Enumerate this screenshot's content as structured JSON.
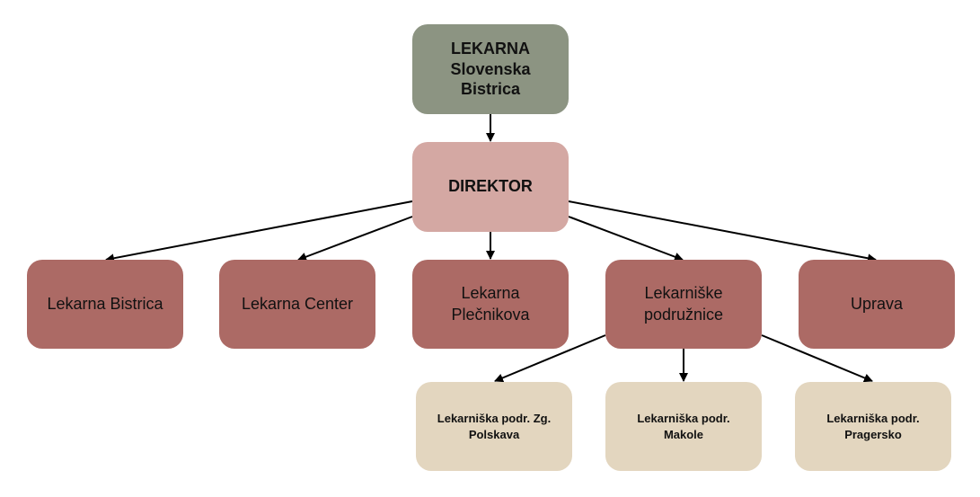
{
  "diagram": {
    "type": "org-chart",
    "colors": {
      "root": "#8c9482",
      "director": "#d4a8a3",
      "unit": "#ac6a65",
      "branch": "#e3d6bf",
      "connector": "#000000"
    },
    "nodes": {
      "root": {
        "label": "LEKARNA Slovenska Bistrica"
      },
      "director": {
        "label": "DIREKTOR"
      },
      "units": [
        {
          "label": "Lekarna Bistrica"
        },
        {
          "label": "Lekarna Center"
        },
        {
          "label": "Lekarna Plečnikova"
        },
        {
          "label": "Lekarniške podružnice"
        },
        {
          "label": "Uprava"
        }
      ],
      "branches": [
        {
          "label": "Lekarniška podr. Zg. Polskava"
        },
        {
          "label": "Lekarniška podr. Makole"
        },
        {
          "label": "Lekarniška podr. Pragersko"
        }
      ]
    },
    "edges": [
      {
        "from": "root",
        "to": "director"
      },
      {
        "from": "director",
        "to": "units.0"
      },
      {
        "from": "director",
        "to": "units.1"
      },
      {
        "from": "director",
        "to": "units.2"
      },
      {
        "from": "director",
        "to": "units.3"
      },
      {
        "from": "director",
        "to": "units.4"
      },
      {
        "from": "units.3",
        "to": "branches.0"
      },
      {
        "from": "units.3",
        "to": "branches.1"
      },
      {
        "from": "units.3",
        "to": "branches.2"
      }
    ]
  }
}
